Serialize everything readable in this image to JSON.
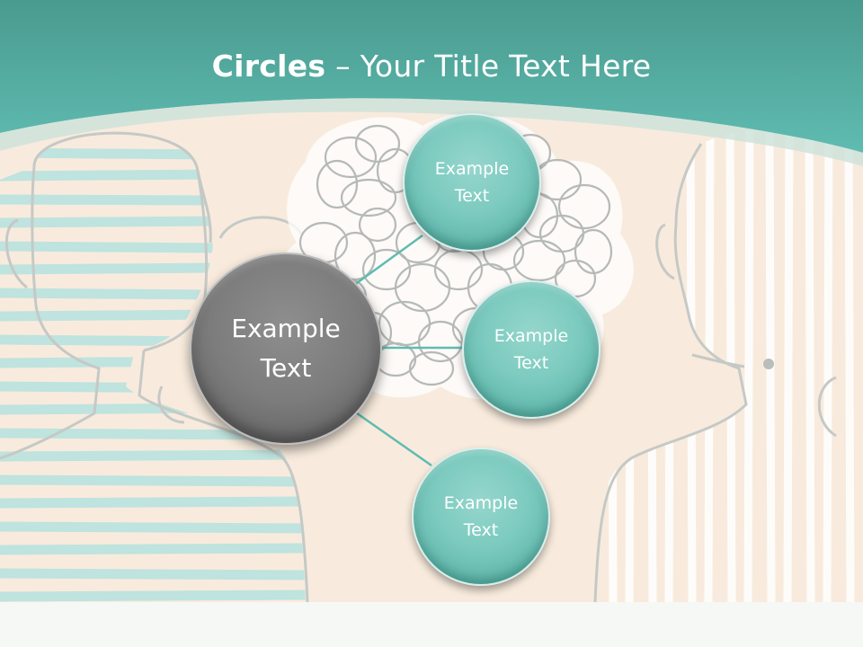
{
  "title": {
    "bold": "Circles",
    "rest": " – Your Title Text Here"
  },
  "center_circle": {
    "label": "Example\nText"
  },
  "satellites": [
    {
      "label": "Example\nText"
    },
    {
      "label": "Example\nText"
    },
    {
      "label": "Example\nText"
    }
  ],
  "colors": {
    "header_teal": "#5db7ac",
    "canvas_beige": "#f8ebdd",
    "satellite_teal": "#7ccabf",
    "center_gray": "#7c7c7c",
    "connector": "#5fbcb0"
  },
  "icons": {
    "left_figure": "person-silhouette-horizontal-stripes",
    "right_figure": "person-silhouette-vertical-stripes",
    "tangle": "scribble-cloud"
  }
}
